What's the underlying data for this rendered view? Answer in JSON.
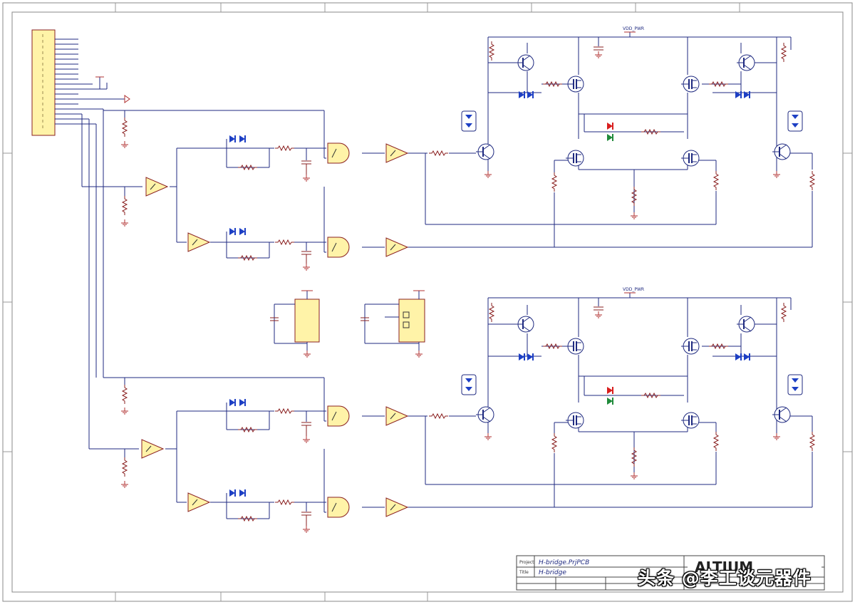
{
  "title_block": {
    "project_label": "Project",
    "project_value": "H-bridge.PrjPCB",
    "title_label": "Title",
    "title_value": "H-bridge",
    "logo_text": "ALTIUM"
  },
  "watermark": {
    "text": "头条 @李工谈元器件"
  },
  "power_nets": {
    "vdd_top": "VDD_PWR",
    "vdd_bottom": "VDD_PWR",
    "gnd": "GND"
  },
  "colors": {
    "wire": "#1f2a80",
    "component_fill": "#fff3a8",
    "component_stroke": "#8a2020",
    "diode": "#1d3fc4",
    "power_symbol": "#b03030",
    "led_red": "#d81e1e",
    "led_green": "#1f8a3a",
    "border": "#777777"
  },
  "icons": {
    "connector": "header-connector-icon",
    "and_gate": "and-gate-icon",
    "buffer": "buffer-amplifier-icon",
    "npn_transistor": "npn-transistor-icon",
    "mosfet": "mosfet-icon",
    "diode": "diode-icon",
    "led": "led-icon",
    "ground": "ground-icon"
  }
}
